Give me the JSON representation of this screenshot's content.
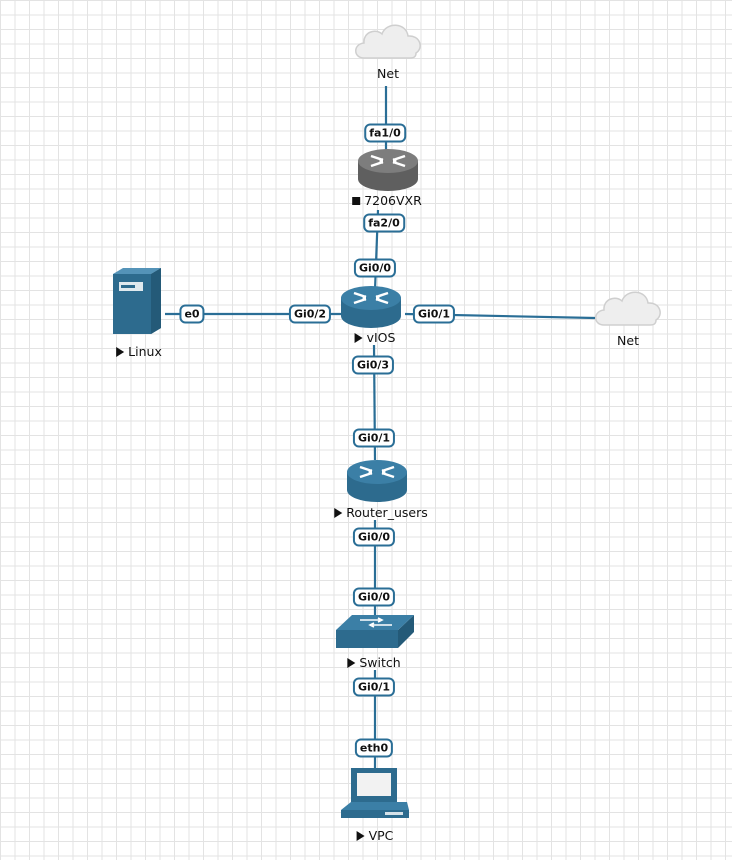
{
  "nodes": {
    "net_top": {
      "label": "Net",
      "icon": "cloud-icon"
    },
    "router_7206": {
      "label": "7206VXR",
      "status": "stopped",
      "icon": "router-icon"
    },
    "vios": {
      "label": "vIOS",
      "status": "running",
      "icon": "router-icon"
    },
    "linux": {
      "label": "Linux",
      "status": "running",
      "icon": "server-icon"
    },
    "net_right": {
      "label": "Net",
      "icon": "cloud-icon"
    },
    "router_users": {
      "label": "Router_users",
      "status": "running",
      "icon": "router-icon"
    },
    "switch": {
      "label": "Switch",
      "status": "running",
      "icon": "switch-icon"
    },
    "vpc": {
      "label": "VPC",
      "status": "running",
      "icon": "vpc-icon"
    }
  },
  "ports": {
    "r7206_fa1_0": "fa1/0",
    "r7206_fa2_0": "fa2/0",
    "vios_gi0_0": "Gi0/0",
    "vios_gi0_1": "Gi0/1",
    "vios_gi0_2": "Gi0/2",
    "vios_gi0_3": "Gi0/3",
    "linux_e0": "e0",
    "ru_gi0_1": "Gi0/1",
    "ru_gi0_0": "Gi0/0",
    "sw_gi0_0": "Gi0/0",
    "sw_gi0_1": "Gi0/1",
    "vpc_eth0": "eth0"
  },
  "colors": {
    "link": "#2a6e96",
    "device": "#2d6b8e",
    "device_stopped": "#5f5f5f",
    "cloud": "#eeeeee"
  }
}
